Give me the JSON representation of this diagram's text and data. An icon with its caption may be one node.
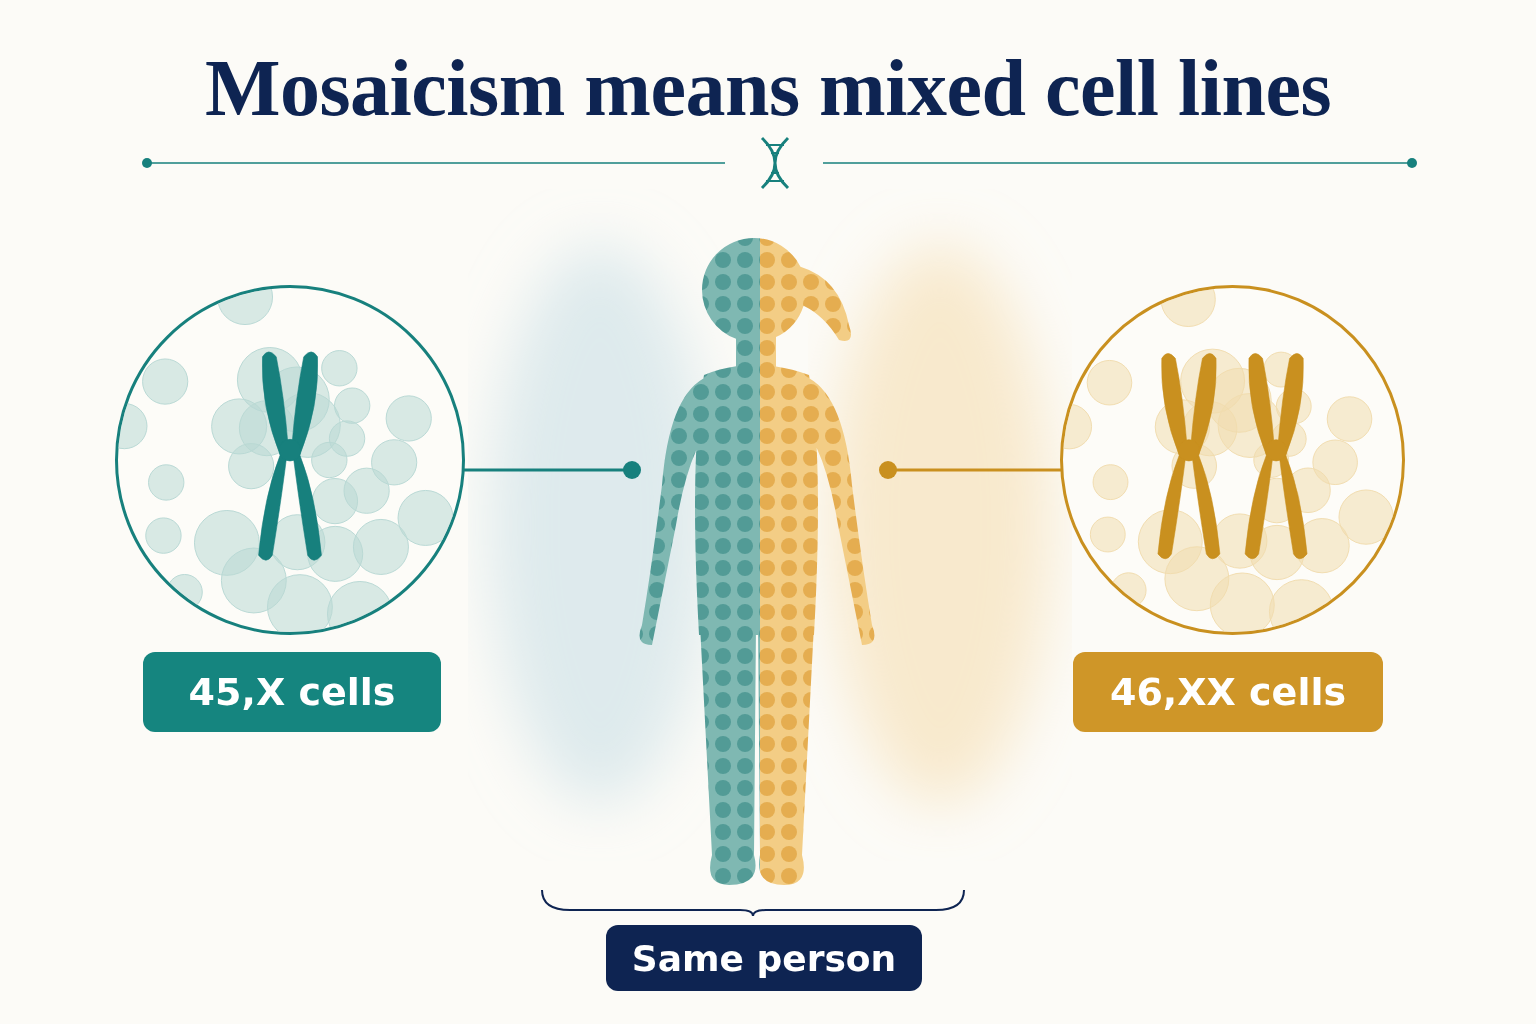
{
  "diagram": {
    "title": "Mosaicism means mixed cell lines",
    "nodes": [
      {
        "text": [],
        "shape": "circle"
      },
      {
        "text": [
          "45,X cells"
        ]
      },
      {
        "text": [],
        "shape": "person"
      },
      {
        "text": [],
        "shape": "circle"
      },
      {
        "text": [
          "46,XX cells"
        ]
      },
      {
        "text": [
          "Same person"
        ]
      }
    ],
    "edges": [
      {
        "from": 0,
        "to": 2,
        "arrow": "other",
        "color": "#17807d"
      },
      {
        "from": 3,
        "to": 2,
        "arrow": "other",
        "color": "#c9901f"
      }
    ]
  }
}
